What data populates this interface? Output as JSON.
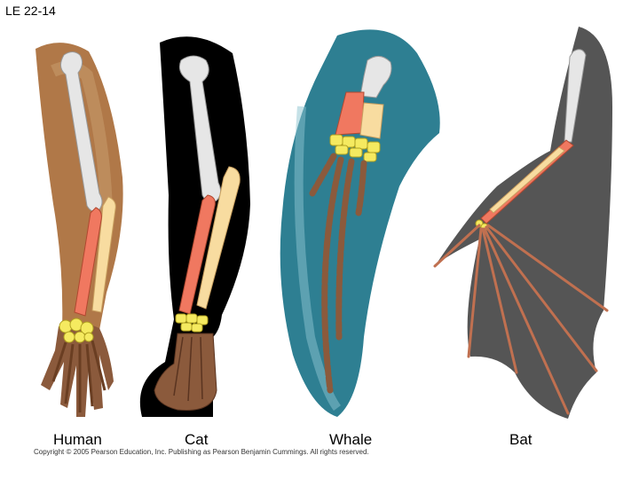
{
  "slide_id": "LE 22-14",
  "labels": {
    "human": "Human",
    "cat": "Cat",
    "whale": "Whale",
    "bat": "Bat"
  },
  "copyright": "Copyright © 2005 Pearson Education, Inc. Publishing as Pearson Benjamin Cummings. All rights reserved.",
  "colors": {
    "humerus": "#e6e6e6",
    "radius": "#f07860",
    "ulna": "#f8dca0",
    "carpals": "#f5ea60",
    "metacarpals_phalanges": "#8b5a3c",
    "human_skin": "#b07848",
    "cat_fur": "#000000",
    "whale_skin": "#2e7f92",
    "bat_wing": "#555555"
  }
}
